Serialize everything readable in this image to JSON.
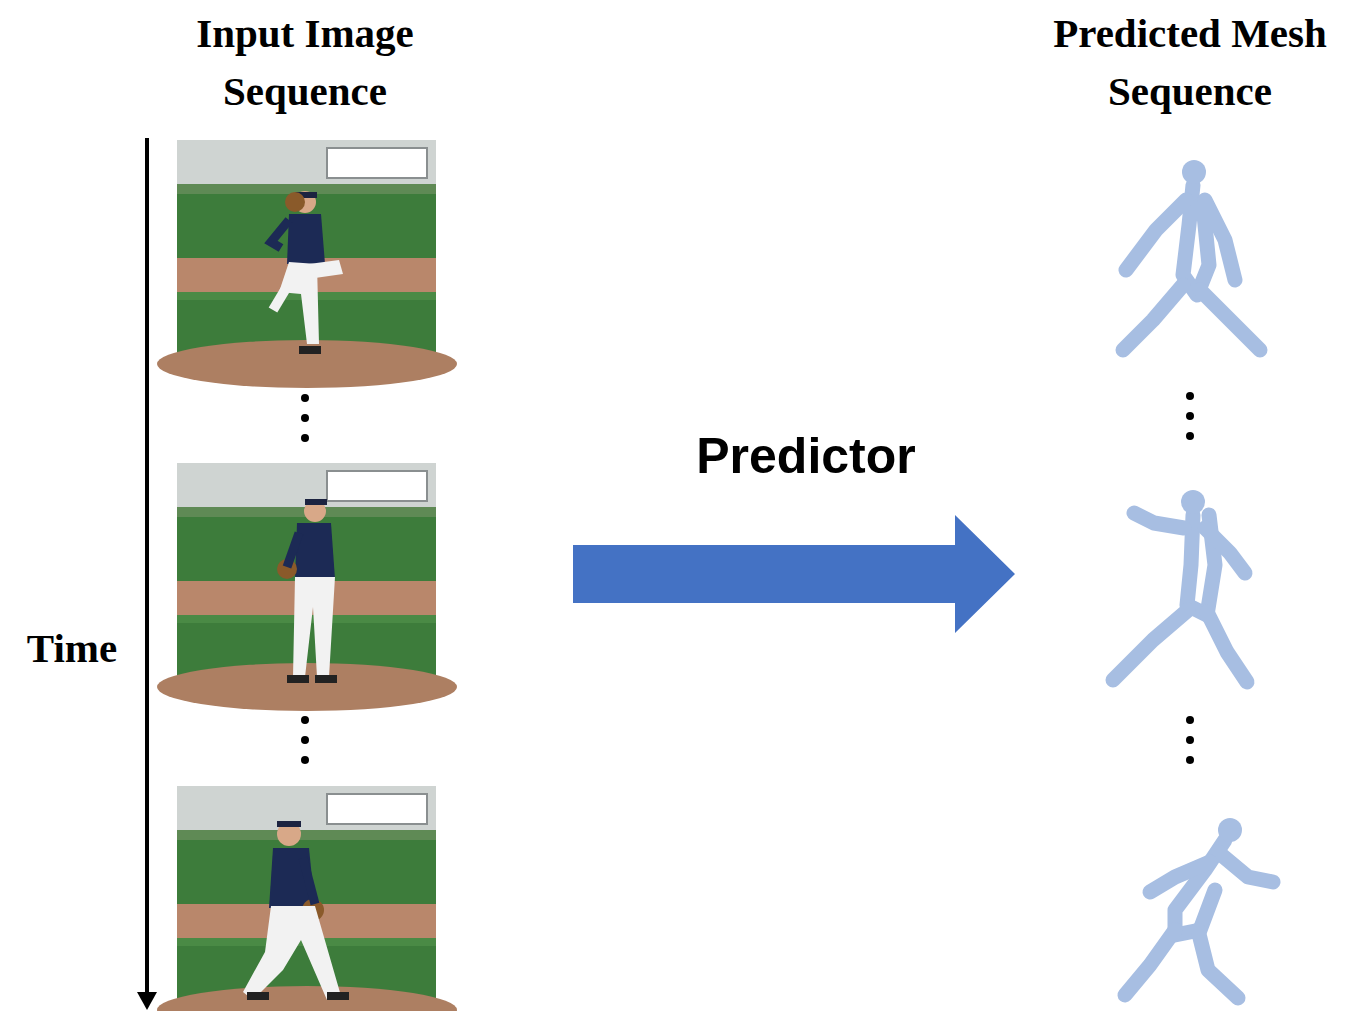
{
  "diagram": {
    "nodes": [
      {
        "text": [
          "Input Image Sequence"
        ]
      },
      {
        "text": [
          "Predicted Mesh Sequence"
        ]
      }
    ],
    "edges": [
      {
        "from": 0,
        "to": 1,
        "label": "Predictor",
        "arrow": "to"
      }
    ],
    "labels": [
      "Time"
    ]
  }
}
